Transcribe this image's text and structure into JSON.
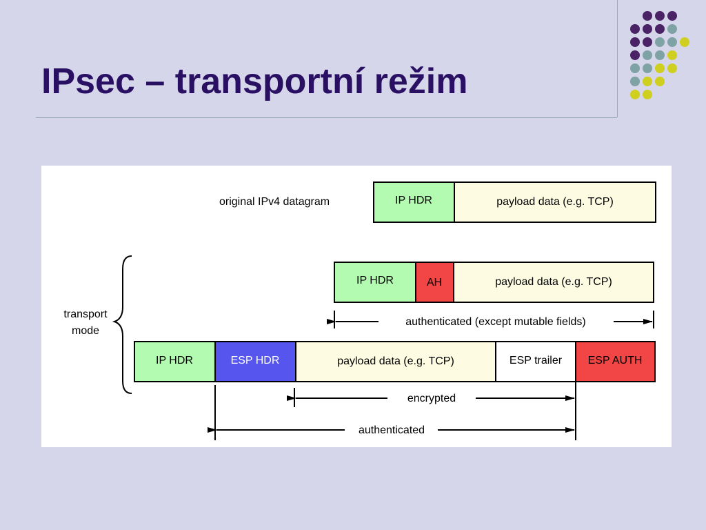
{
  "slide": {
    "title": "IPsec – transportní režim",
    "colors": {
      "background": "#d5d6ea",
      "title": "#2a1063",
      "dot_purple": "#4a2366",
      "dot_teal": "#7fa3a4",
      "dot_yellow": "#cfcf20"
    },
    "decoration": "dot-grid-corner"
  },
  "diagram": {
    "original_label": "original IPv4 datagram",
    "mode_label_line1": "transport",
    "mode_label_line2": "mode",
    "rows": {
      "original": {
        "ip_hdr": "IP HDR",
        "payload": "payload data (e.g. TCP)"
      },
      "ah": {
        "ip_hdr": "IP HDR",
        "ah": "AH",
        "payload": "payload data (e.g. TCP)",
        "span_label": "authenticated (except mutable fields)"
      },
      "esp": {
        "ip_hdr": "IP HDR",
        "esp_hdr": "ESP HDR",
        "payload": "payload data (e.g. TCP)",
        "esp_trailer": "ESP trailer",
        "esp_auth": "ESP AUTH",
        "encrypted_label": "encrypted",
        "authenticated_label": "authenticated"
      }
    },
    "colors": {
      "ip_hdr": "#b2fbb0",
      "payload": "#fdfce3",
      "ah": "#f24646",
      "esp_hdr": "#5656ee",
      "esp_trailer": "#ffffff",
      "esp_auth": "#f24646"
    }
  }
}
